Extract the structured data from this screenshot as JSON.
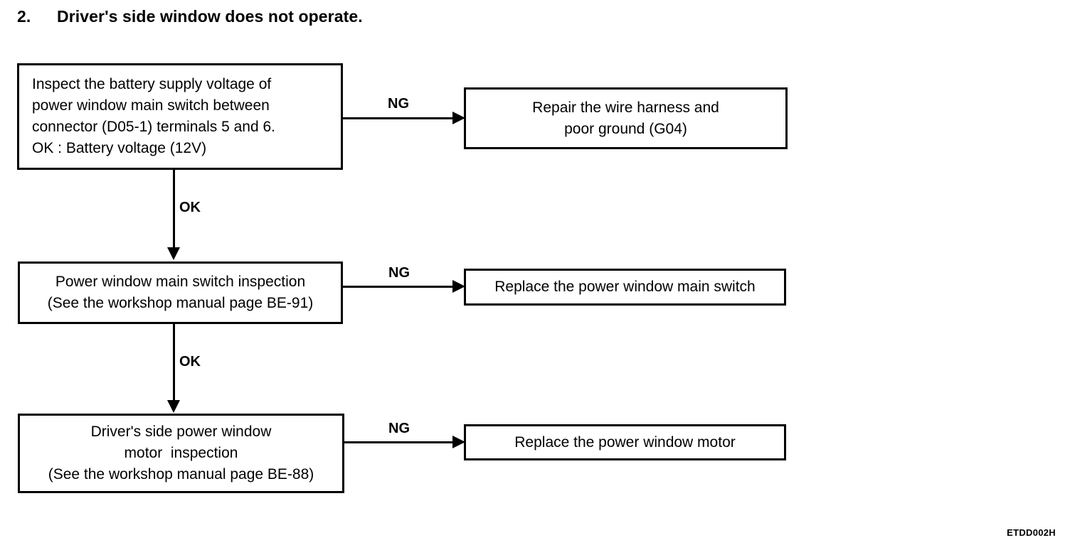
{
  "page": {
    "heading_number": "2.",
    "heading_text": "Driver's side window does not operate.",
    "figure_code": "ETDD002H"
  },
  "nodes": {
    "inspect_battery": {
      "id": "box-inspect-battery",
      "lines": [
        "Inspect the battery supply voltage of",
        "power window main switch between",
        "connector (D05-1) terminals 5 and 6.",
        "OK : Battery voltage (12V)"
      ]
    },
    "repair_harness": {
      "id": "box-repair-harness",
      "lines": [
        "Repair the wire harness and",
        "poor ground (G04)"
      ]
    },
    "switch_inspection": {
      "id": "box-switch-inspect",
      "lines": [
        "Power window main switch inspection",
        "(See the workshop manual page BE-91)"
      ]
    },
    "replace_switch": {
      "id": "box-replace-switch",
      "lines": [
        "Replace the power window main switch"
      ]
    },
    "motor_inspection": {
      "id": "box-motor-inspect",
      "lines": [
        "Driver's side power window",
        "motor  inspection",
        "(See the workshop manual page BE-88)"
      ]
    },
    "replace_motor": {
      "id": "box-replace-motor",
      "lines": [
        "Replace the power window motor"
      ]
    }
  },
  "edges": {
    "ng_1": {
      "label": "NG",
      "from": "inspect_battery",
      "to": "repair_harness",
      "direction": "right"
    },
    "ok_1": {
      "label": "OK",
      "from": "inspect_battery",
      "to": "switch_inspection",
      "direction": "down"
    },
    "ng_2": {
      "label": "NG",
      "from": "switch_inspection",
      "to": "replace_switch",
      "direction": "right"
    },
    "ok_2": {
      "label": "OK",
      "from": "switch_inspection",
      "to": "motor_inspection",
      "direction": "down"
    },
    "ng_3": {
      "label": "NG",
      "from": "motor_inspection",
      "to": "replace_motor",
      "direction": "right"
    }
  },
  "colors": {
    "background": "#ffffff",
    "stroke": "#000000",
    "text": "#000000"
  }
}
